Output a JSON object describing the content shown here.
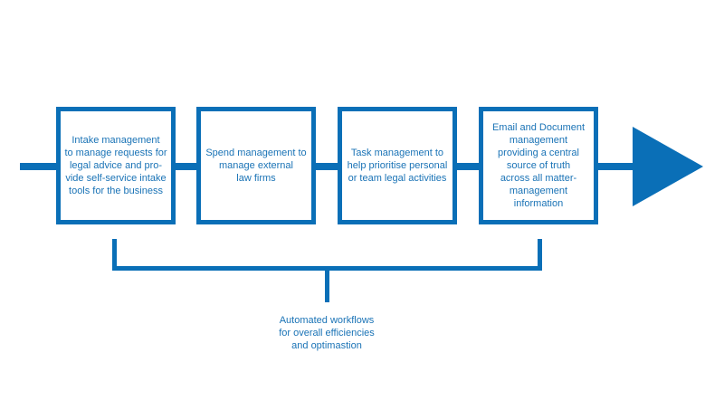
{
  "diagram": {
    "accent_color": "#0a6fb7",
    "text_color": "#1a73b6",
    "steps": [
      {
        "label": "Intake management\nto manage requests for\nlegal advice and pro-\nvide self-service intake\ntools for the business"
      },
      {
        "label": "Spend management to\nmanage external\nlaw firms"
      },
      {
        "label": "Task management to\nhelp prioritise personal\nor team legal activities"
      },
      {
        "label": "Email and Document\nmanagement\nproviding a central\nsource of truth\nacross all matter-\nmanagement\ninformation"
      }
    ],
    "bracket_caption": "Automated workflows\nfor overall efficiencies\nand optimastion"
  }
}
